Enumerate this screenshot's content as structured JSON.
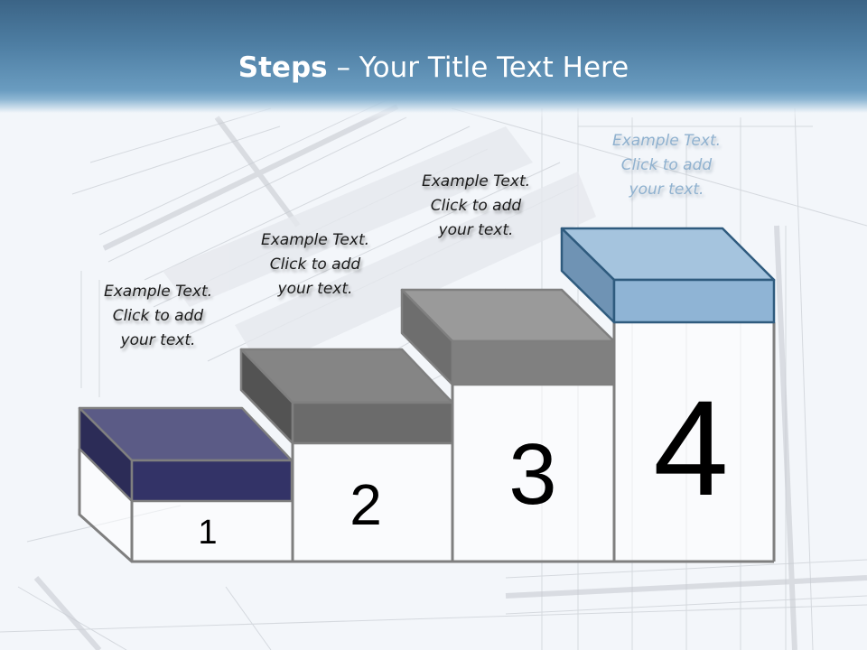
{
  "slide": {
    "title": {
      "bold": "Steps",
      "rest": " – Your Title Text Here"
    },
    "steps": [
      {
        "number": "1",
        "caption": [
          "Example Text.",
          "Click  to add",
          "your text."
        ],
        "color_top": "#5a5a85",
        "color_front": "#333366",
        "color_side": "#2b2b55"
      },
      {
        "number": "2",
        "caption": [
          "Example Text.",
          "Click  to add",
          "your text."
        ],
        "color_top": "#858585",
        "color_front": "#6b6b6b",
        "color_side": "#555555"
      },
      {
        "number": "3",
        "caption": [
          "Example Text.",
          "Click  to add",
          "your text."
        ],
        "color_top": "#9a9a9a",
        "color_front": "#7f7f7f",
        "color_side": "#6e6e6e"
      },
      {
        "number": "4",
        "caption": [
          "Example Text.",
          "Click  to add",
          "your text."
        ],
        "color_top": "#a3c2dc",
        "color_front": "#8db3d4",
        "color_side": "#6f93b4"
      }
    ],
    "colors": {
      "header_dark": "#3b6486",
      "header_light": "#6a9cc0",
      "frame_stroke": "#7f7f7f",
      "step4_stroke": "#2f5b7e",
      "faded_caption": "#8fb1cf"
    }
  }
}
